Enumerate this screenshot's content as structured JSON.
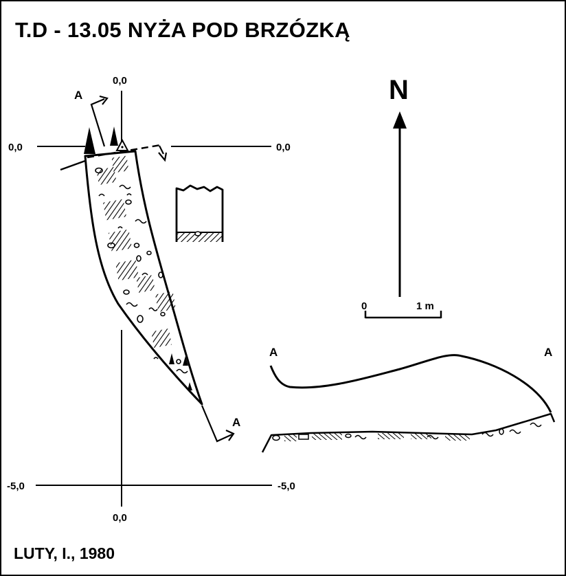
{
  "title": "T.D - 13.05  NYŻA POD BRZÓZKĄ",
  "author": "LUTY, I., 1980",
  "north_label": "N",
  "scale_bar": {
    "start_label": "0",
    "end_label": "1 m"
  },
  "grid_labels": {
    "top": "0,0",
    "left": "0,0",
    "right": "0,0",
    "bottom_left": "-5,0",
    "bottom_right": "-5,0",
    "bottom": "0,0"
  },
  "section_labels": {
    "plan_start": "A",
    "plan_end": "A",
    "profile_left": "A",
    "profile_right": "A"
  }
}
